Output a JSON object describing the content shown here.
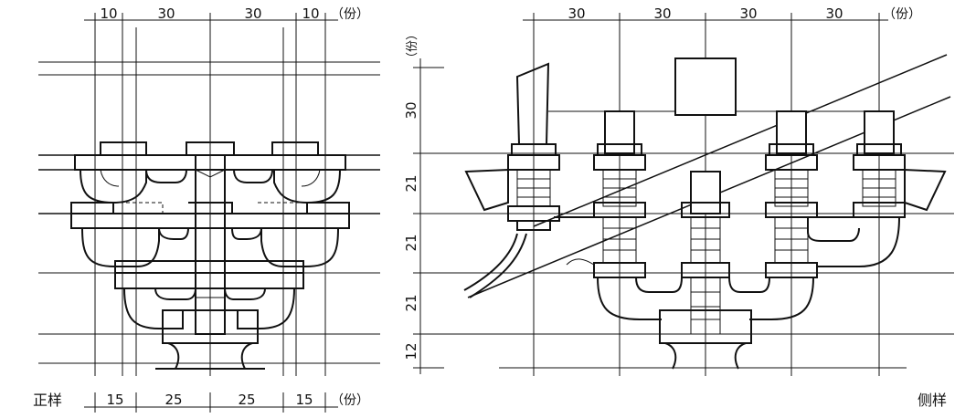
{
  "front": {
    "label": "正样",
    "top_dims": [
      "10",
      "30",
      "30",
      "10"
    ],
    "top_unit": "（份）",
    "bottom_dims": [
      "15",
      "25",
      "25",
      "15"
    ],
    "bottom_unit": "（份）"
  },
  "side": {
    "label": "侧样",
    "top_dims": [
      "30",
      "30",
      "30",
      "30"
    ],
    "top_unit": "（份）",
    "vertical_unit": "（份）",
    "vertical_dims": [
      "30",
      "21",
      "21",
      "21",
      "12"
    ]
  }
}
